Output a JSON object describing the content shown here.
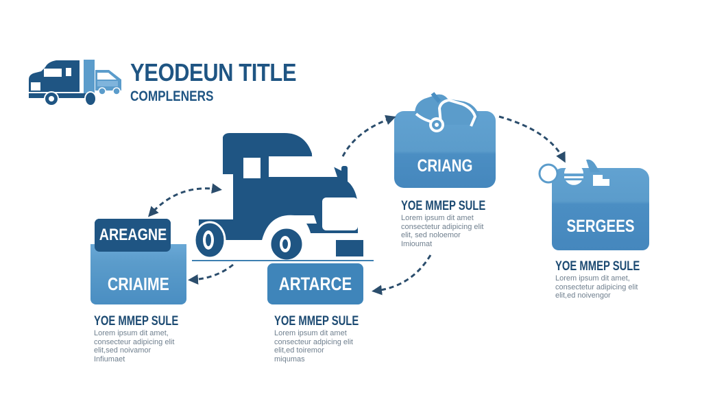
{
  "header": {
    "title": "YEODEUN TITLE",
    "subtitle": "COMPLENERS",
    "logo_icon": "truck-with-trailer-icon"
  },
  "colors": {
    "dark_navy": "#1f5583",
    "mid_blue": "#3d7fb1",
    "light_blue": "#5b9ccb",
    "text_gray": "#6f7f8e",
    "arrow": "#2b4d6c"
  },
  "nodes": [
    {
      "id": "areagne",
      "label": "AREAGNE",
      "style": "dark"
    },
    {
      "id": "criaime",
      "label": "CRIAIME",
      "style": "light",
      "caption": {
        "title": "YOE MMEP SULE",
        "lines": [
          "Lorem ipsum dit amet,",
          "consecteur adipicing elit",
          "elit,sed noivamor",
          "Infiumaet"
        ]
      }
    },
    {
      "id": "artarce",
      "label": "ARTARCE",
      "style": "light",
      "caption": {
        "title": "YOE MMEP SULE",
        "lines": [
          "Lorem ipsum dit amet",
          "consecteur adpicing elit",
          "elit,ed toiremor",
          "miqumas"
        ]
      }
    },
    {
      "id": "criang",
      "label": "CRIANG",
      "style": "light",
      "icon": "car-icon",
      "caption": {
        "title": "YOE MMEP SULE",
        "lines": [
          "Lorem ipsum dit amet",
          "consectetur adipicing elit",
          "elit, sed noloemor",
          "Imioumat"
        ]
      }
    },
    {
      "id": "sergees",
      "label": "SERGEES",
      "style": "light",
      "icon": "service-gear-icon",
      "caption": {
        "title": "YOE MMEP SULE",
        "lines": [
          "Lorem ipsum dit amet,",
          "consectetur adipicing elit",
          "elit,ed noivengor"
        ]
      }
    }
  ],
  "center_icon": "semi-truck-icon",
  "flow": [
    {
      "from": "criaime",
      "to": "areagne"
    },
    {
      "from": "truck",
      "to": "areagne"
    },
    {
      "from": "truck",
      "to": "criang"
    },
    {
      "from": "criang",
      "to": "sergees"
    },
    {
      "from": "criang",
      "to": "artarce"
    },
    {
      "from": "truck",
      "to": "criaime"
    }
  ]
}
